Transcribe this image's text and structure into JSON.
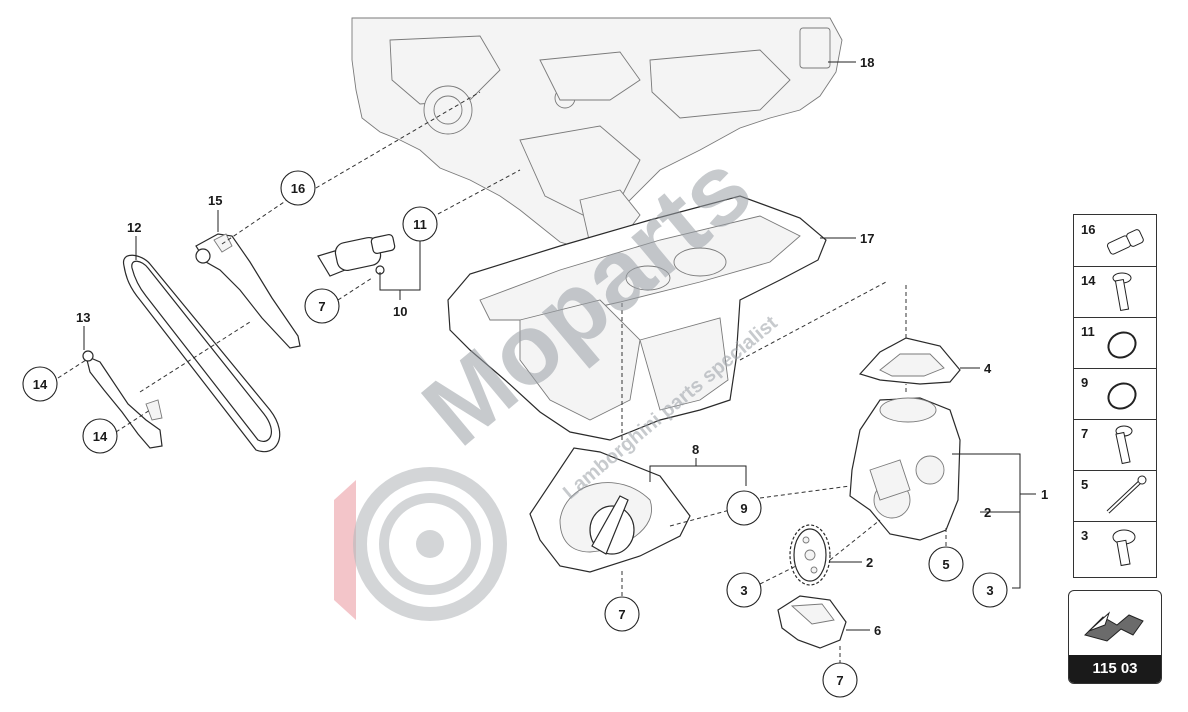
{
  "callouts": [
    {
      "id": "c16",
      "label": "16"
    },
    {
      "id": "c11",
      "label": "11"
    },
    {
      "id": "c7a",
      "label": "7"
    },
    {
      "id": "c14a",
      "label": "14"
    },
    {
      "id": "c14b",
      "label": "14"
    },
    {
      "id": "c9",
      "label": "9"
    },
    {
      "id": "c7b",
      "label": "7"
    },
    {
      "id": "c3a",
      "label": "3"
    },
    {
      "id": "c5",
      "label": "5"
    },
    {
      "id": "c3b",
      "label": "3"
    },
    {
      "id": "c7c",
      "label": "7"
    }
  ],
  "plain_labels": {
    "l18": "18",
    "l17": "17",
    "l15": "15",
    "l12": "12",
    "l13": "13",
    "l10": "10",
    "l4": "4",
    "l8": "8",
    "l1": "1",
    "l2a": "2",
    "l2b": "2",
    "l6": "6"
  },
  "legend": [
    {
      "num": "16",
      "icon": "plug-bolt-icon"
    },
    {
      "num": "14",
      "icon": "torx-bolt-icon"
    },
    {
      "num": "11",
      "icon": "o-ring-icon"
    },
    {
      "num": "9",
      "icon": "o-ring-icon"
    },
    {
      "num": "7",
      "icon": "bolt-icon"
    },
    {
      "num": "5",
      "icon": "long-bolt-icon"
    },
    {
      "num": "3",
      "icon": "torx-screw-icon"
    }
  ],
  "badge": {
    "code": "115 03",
    "icon": "arrow-icon"
  },
  "watermark": {
    "brand": "Moparts",
    "tagline": "Lamborghini parts specialist"
  }
}
